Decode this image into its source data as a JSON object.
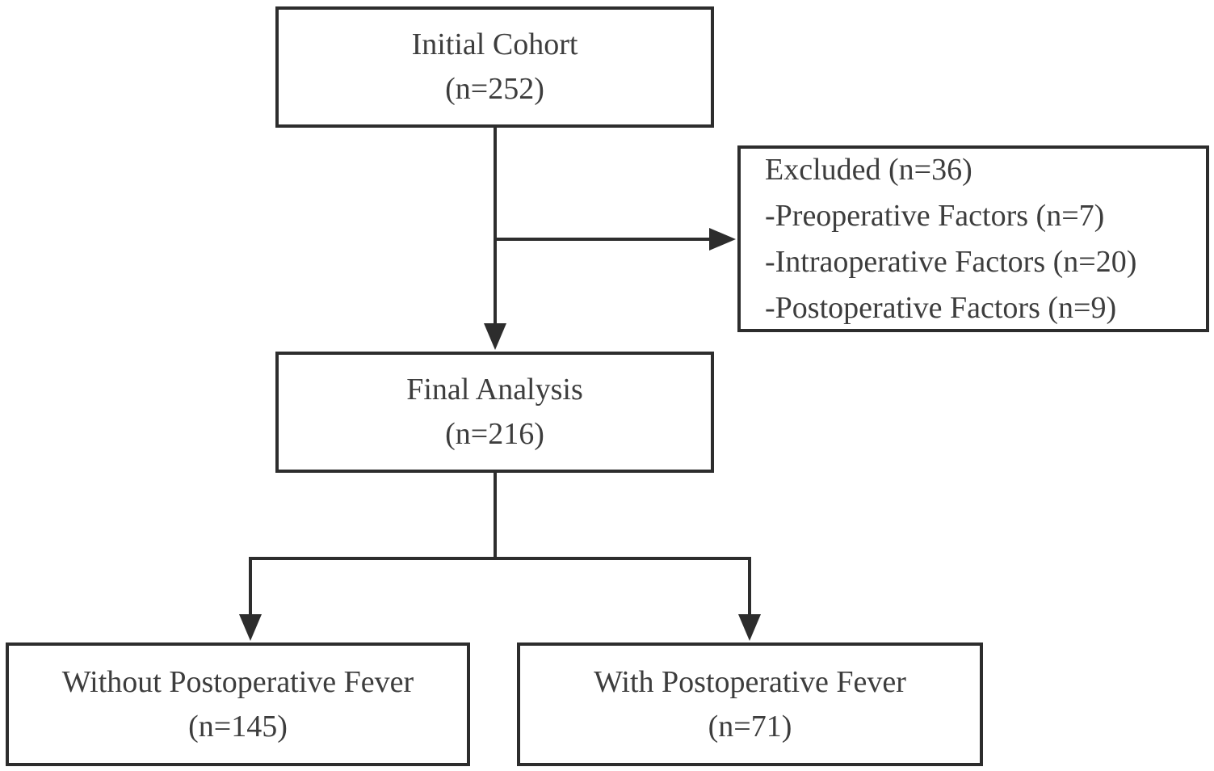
{
  "flowchart": {
    "type": "patient-selection-flow-diagram",
    "colors": {
      "line": "#2d2d2d",
      "border": "#2d2d2d",
      "text": "#3d3d3d",
      "background": "#ffffff"
    },
    "nodes": {
      "initial_cohort": {
        "label": "Initial Cohort",
        "count": "(n=252)"
      },
      "excluded": {
        "header": "Excluded (n=36)",
        "items": [
          "-Preoperative Factors (n=7)",
          "-Intraoperative Factors (n=20)",
          "-Postoperative Factors (n=9)"
        ]
      },
      "final_analysis": {
        "label": "Final Analysis",
        "count": "(n=216)"
      },
      "without_fever": {
        "label": "Without Postoperative Fever",
        "count": "(n=145)"
      },
      "with_fever": {
        "label": "With Postoperative Fever",
        "count": "(n=71)"
      }
    },
    "edges": [
      {
        "from": "initial_cohort",
        "to": "final_analysis"
      },
      {
        "from": "initial_cohort",
        "to": "excluded"
      },
      {
        "from": "final_analysis",
        "to": "without_fever"
      },
      {
        "from": "final_analysis",
        "to": "with_fever"
      }
    ]
  }
}
